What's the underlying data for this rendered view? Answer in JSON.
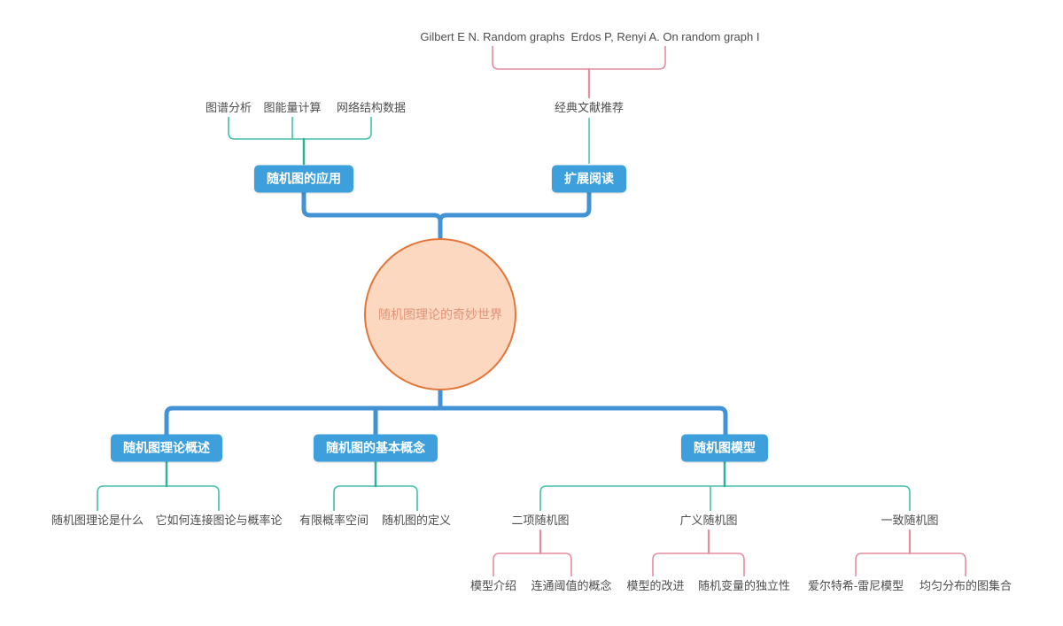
{
  "colors": {
    "node_fill_blue": "#3da0dc",
    "node_text": "#ffffff",
    "trunk_blue": "#4292d4",
    "teal_line": "#44bfa8",
    "teal_drop": "#2db39a",
    "teal_line_light": "#74d2c2",
    "pink_line": "#e78ba0",
    "root_fill": "#fcd8c0",
    "root_border": "#e2773b",
    "root_text": "#e09478",
    "leaf_text": "#4d4d4d",
    "background": "#ffffff"
  },
  "root": {
    "label": "随机图理论的奇妙世界"
  },
  "branches": [
    {
      "label": "随机图的应用",
      "children": [
        {
          "label": "图谱分析"
        },
        {
          "label": "图能量计算"
        },
        {
          "label": "网络结构数据"
        }
      ]
    },
    {
      "label": "扩展阅读",
      "children": [
        {
          "label": "经典文献推荐",
          "children": [
            {
              "label": "Gilbert E N. Random graphs"
            },
            {
              "label": "Erdos P, Renyi A. On random graph I"
            }
          ]
        }
      ]
    },
    {
      "label": "随机图理论概述",
      "children": [
        {
          "label": "随机图理论是什么"
        },
        {
          "label": "它如何连接图论与概率论"
        }
      ]
    },
    {
      "label": "随机图的基本概念",
      "children": [
        {
          "label": "有限概率空间"
        },
        {
          "label": "随机图的定义"
        }
      ]
    },
    {
      "label": "随机图模型",
      "children": [
        {
          "label": "二项随机图",
          "children": [
            {
              "label": "模型介绍"
            },
            {
              "label": "连通阈值的概念"
            }
          ]
        },
        {
          "label": "广义随机图",
          "children": [
            {
              "label": "模型的改进"
            },
            {
              "label": "随机变量的独立性"
            }
          ]
        },
        {
          "label": "一致随机图",
          "children": [
            {
              "label": "爱尔特希-雷尼模型"
            },
            {
              "label": "均匀分布的图集合"
            }
          ]
        }
      ]
    }
  ]
}
